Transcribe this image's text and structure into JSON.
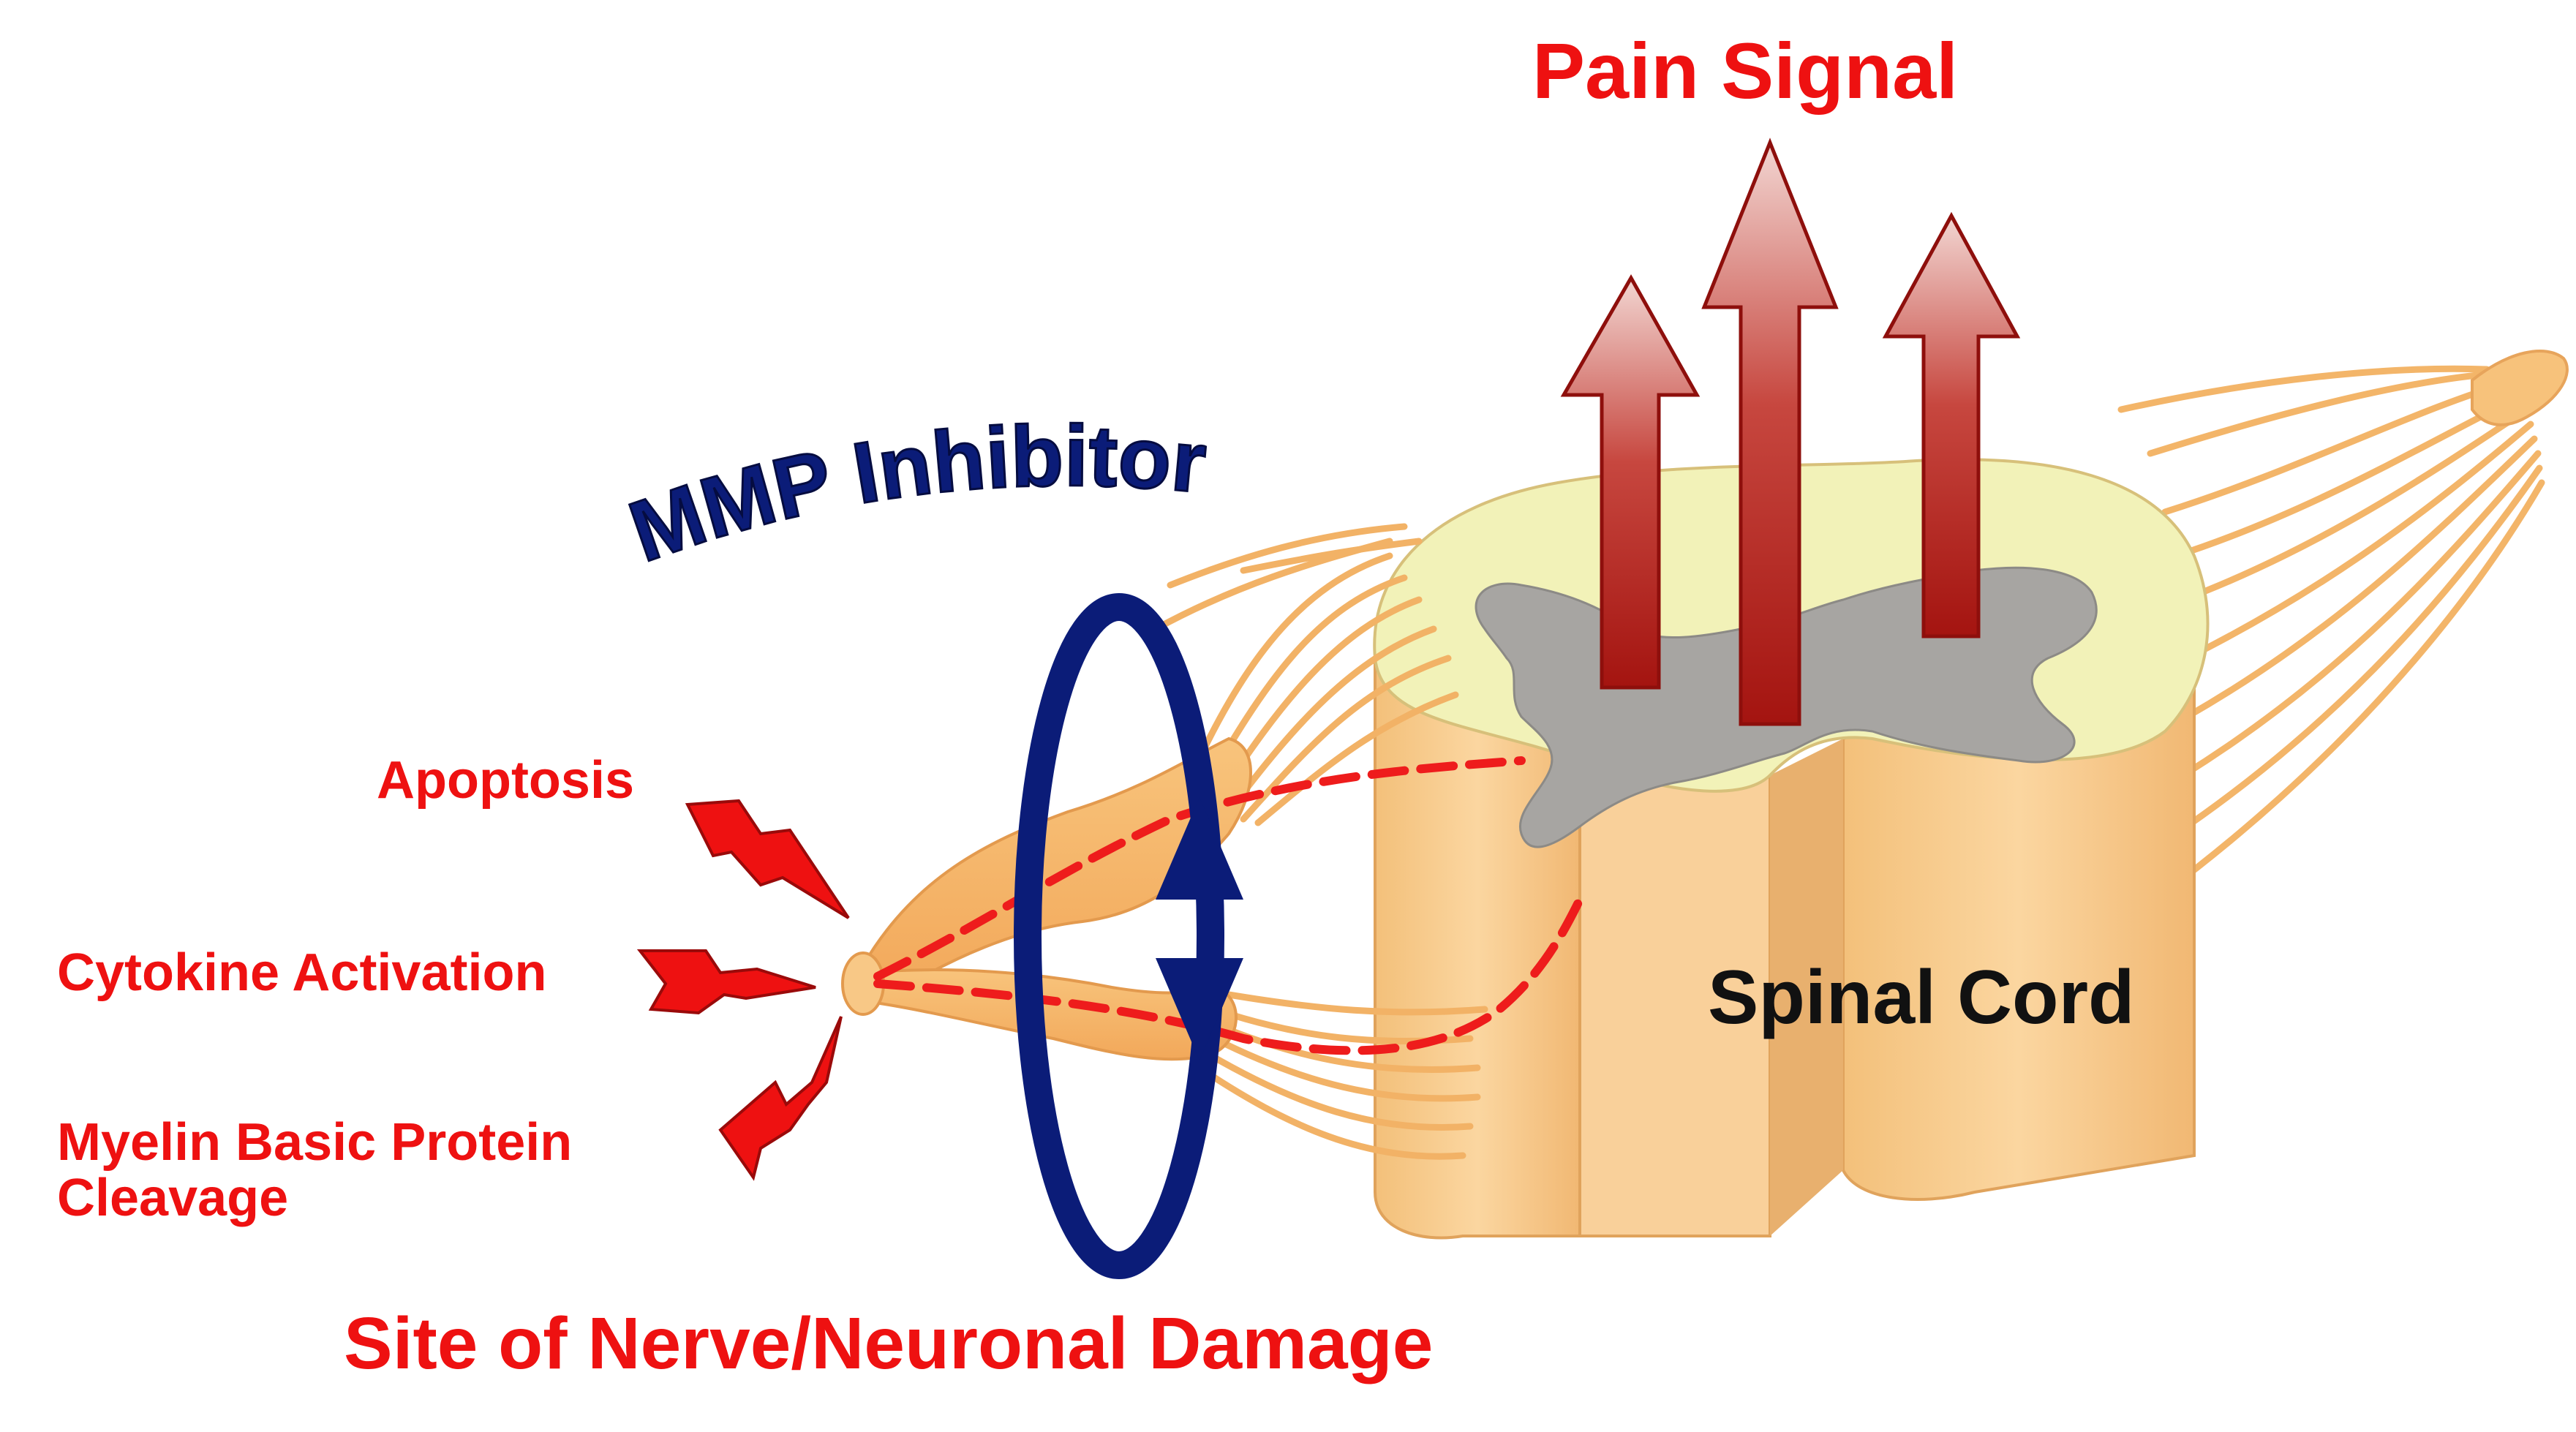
{
  "colors": {
    "label_red": "#ee1111",
    "inhibitor_blue": "#0b1c78",
    "cord_text": "#111111",
    "nerve_orange": "#f5b468",
    "nerve_light": "#fbd49a",
    "white_matter": "#f2f2b8",
    "grey_matter": "#a7a5a2",
    "arrow_dark": "#a81512",
    "arrow_light": "#f0d0cc"
  },
  "icons": {
    "up_arrows": "signal-arrow",
    "lightning": "lightning-bolt",
    "ring": "rotation-ring"
  },
  "labels": {
    "pain_signal": "Pain Signal",
    "mmp_inhibitor": "MMP Inhibitor",
    "apoptosis": "Apoptosis",
    "cytokine_activation": "Cytokine Activation",
    "myelin_line1": "Myelin Basic Protein",
    "myelin_line2": "Cleavage",
    "spinal_cord": "Spinal Cord",
    "site_damage": "Site of Nerve/Neuronal Damage"
  }
}
